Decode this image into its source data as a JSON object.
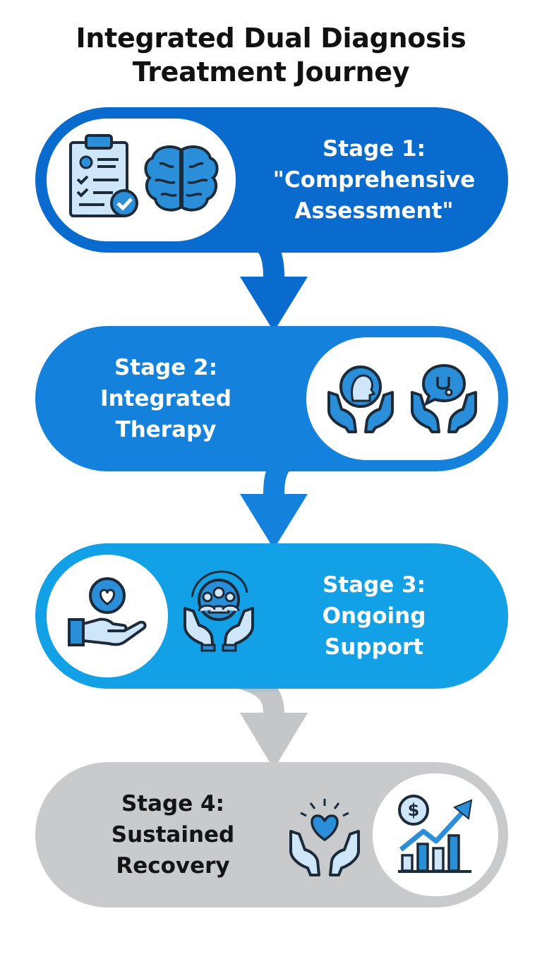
{
  "title": {
    "line1": "Integrated Dual Diagnosis",
    "line2": "Treatment Journey"
  },
  "stages": [
    {
      "line1": "Stage 1:",
      "line2": "\"Comprehensive",
      "line3": "Assessment\"",
      "color": "#0a6bcf",
      "icons": [
        "clipboard-check-icon",
        "brain-icon"
      ]
    },
    {
      "line1": "Stage 2:",
      "line2": "Integrated",
      "line3": "Therapy",
      "color": "#1482dc",
      "icons": [
        "hands-head-icon",
        "hands-chat-icon"
      ]
    },
    {
      "line1": "Stage 3:",
      "line2": "Ongoing",
      "line3": "Support",
      "color": "#12a0e6",
      "icons": [
        "hand-heart-icon",
        "hands-group-icon"
      ]
    },
    {
      "line1": "Stage 4:",
      "line2": "Sustained",
      "line3": "Recovery",
      "color": "#c9cacc",
      "icons": [
        "hands-heart-icon",
        "growth-chart-icon"
      ]
    }
  ],
  "colors": {
    "icon_blue": "#2a8fd8",
    "icon_outline": "#1b2b3a",
    "arrow_gray": "#c5c6c8"
  }
}
